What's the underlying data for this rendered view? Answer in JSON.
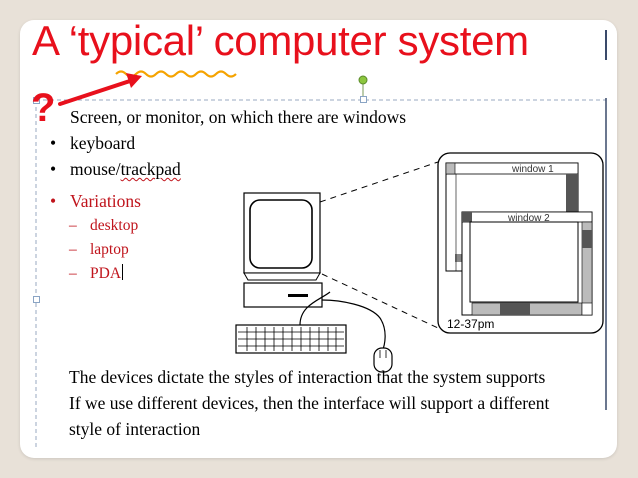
{
  "slide": {
    "title": "A ‘typical’ computer system",
    "question_mark": "?",
    "bullets": [
      {
        "text": "Screen, or monitor, on which there are windows"
      },
      {
        "text": "keyboard"
      },
      {
        "text_before": "mouse/",
        "text_squiggle": "trackpad"
      },
      {
        "text": "Variations"
      }
    ],
    "variations": [
      "desktop",
      "laptop",
      "PDA"
    ],
    "paragraph": [
      "The devices dictate the styles of interaction that the system supports",
      "If we use different devices, then the interface will support a different",
      "style of interaction"
    ]
  },
  "diagram": {
    "window1_label": "window 1",
    "window2_label": "window 2",
    "clock_label": "12-37pm"
  },
  "colors": {
    "title": "#e8101c",
    "variations": "#c0141c",
    "background": "#e8e1d8"
  }
}
